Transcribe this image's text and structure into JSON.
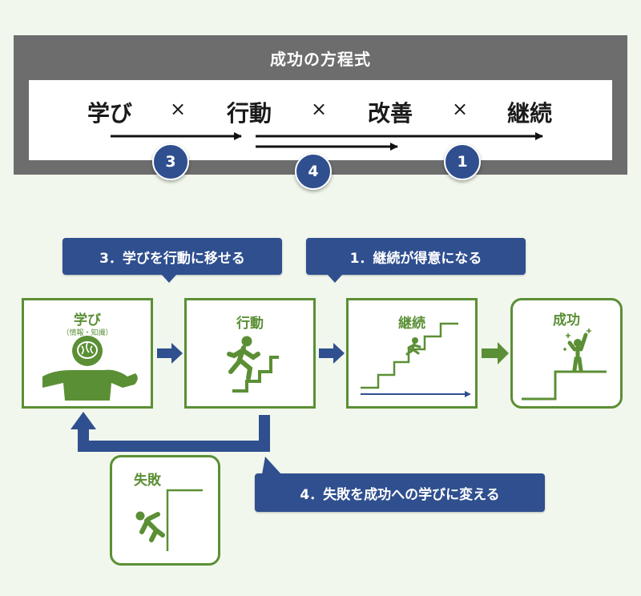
{
  "formula": {
    "title": "成功の方程式",
    "terms": [
      "学び",
      "行動",
      "改善",
      "継続"
    ],
    "times": "×",
    "badges": [
      "3",
      "4",
      "1"
    ]
  },
  "callouts": {
    "c3": "3．学びを行動に移せる",
    "c1": "1．継続が得意になる",
    "c4": "4．失敗を成功への学びに変える"
  },
  "steps": {
    "learn": {
      "title": "学び",
      "sub": "（情報・知識）"
    },
    "action": {
      "title": "行動"
    },
    "continue": {
      "title": "継続"
    },
    "success": {
      "title": "成功"
    },
    "failure": {
      "title": "失敗"
    }
  },
  "colors": {
    "accent_green": "#5b8f35",
    "navy": "#2f4f8f",
    "panel_gray": "#6d6d6d",
    "background": "#f1f7ec"
  }
}
